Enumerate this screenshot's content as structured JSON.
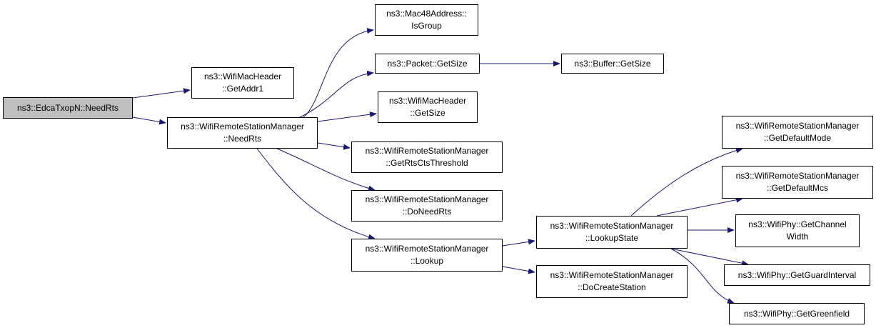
{
  "diagram": {
    "colors": {
      "edge": "#191970",
      "root_fill": "#bfbfbf",
      "node_fill": "#ffffff",
      "border": "#000000"
    },
    "nodes": {
      "root": {
        "lines": [
          "ns3::EdcaTxopN::NeedRts"
        ]
      },
      "getaddr1": {
        "lines": [
          "ns3::WifiMacHeader",
          "::GetAddr1"
        ]
      },
      "needrts": {
        "lines": [
          "ns3::WifiRemoteStationManager",
          "::NeedRts"
        ]
      },
      "isgroup": {
        "lines": [
          "ns3::Mac48Address::",
          "IsGroup"
        ]
      },
      "packet_getsize": {
        "lines": [
          "ns3::Packet::GetSize"
        ]
      },
      "buffer_getsize": {
        "lines": [
          "ns3::Buffer::GetSize"
        ]
      },
      "header_getsize": {
        "lines": [
          "ns3::WifiMacHeader",
          "::GetSize"
        ]
      },
      "getrtsctsthreshold": {
        "lines": [
          "ns3::WifiRemoteStationManager",
          "::GetRtsCtsThreshold"
        ]
      },
      "doneedrts": {
        "lines": [
          "ns3::WifiRemoteStationManager",
          "::DoNeedRts"
        ]
      },
      "lookup": {
        "lines": [
          "ns3::WifiRemoteStationManager",
          "::Lookup"
        ]
      },
      "lookupstate": {
        "lines": [
          "ns3::WifiRemoteStationManager",
          "::LookupState"
        ]
      },
      "docreatestation": {
        "lines": [
          "ns3::WifiRemoteStationManager",
          "::DoCreateStation"
        ]
      },
      "getdefaultmode": {
        "lines": [
          "ns3::WifiRemoteStationManager",
          "::GetDefaultMode"
        ]
      },
      "getdefaultmcs": {
        "lines": [
          "ns3::WifiRemoteStationManager",
          "::GetDefaultMcs"
        ]
      },
      "getchannelwidth": {
        "lines": [
          "ns3::WifiPhy::GetChannel",
          "Width"
        ]
      },
      "getguardinterval": {
        "lines": [
          "ns3::WifiPhy::GetGuardInterval"
        ]
      },
      "getgreenfield": {
        "lines": [
          "ns3::WifiPhy::GetGreenfield"
        ]
      }
    },
    "edges": [
      {
        "from": "root",
        "to": "getaddr1"
      },
      {
        "from": "root",
        "to": "needrts"
      },
      {
        "from": "needrts",
        "to": "isgroup"
      },
      {
        "from": "needrts",
        "to": "packet_getsize"
      },
      {
        "from": "needrts",
        "to": "header_getsize"
      },
      {
        "from": "needrts",
        "to": "getrtsctsthreshold"
      },
      {
        "from": "needrts",
        "to": "doneedrts"
      },
      {
        "from": "needrts",
        "to": "lookup"
      },
      {
        "from": "packet_getsize",
        "to": "buffer_getsize"
      },
      {
        "from": "lookup",
        "to": "lookupstate"
      },
      {
        "from": "lookup",
        "to": "docreatestation"
      },
      {
        "from": "lookupstate",
        "to": "getdefaultmode"
      },
      {
        "from": "lookupstate",
        "to": "getdefaultmcs"
      },
      {
        "from": "lookupstate",
        "to": "getchannelwidth"
      },
      {
        "from": "lookupstate",
        "to": "getguardinterval"
      },
      {
        "from": "lookupstate",
        "to": "getgreenfield"
      }
    ]
  }
}
